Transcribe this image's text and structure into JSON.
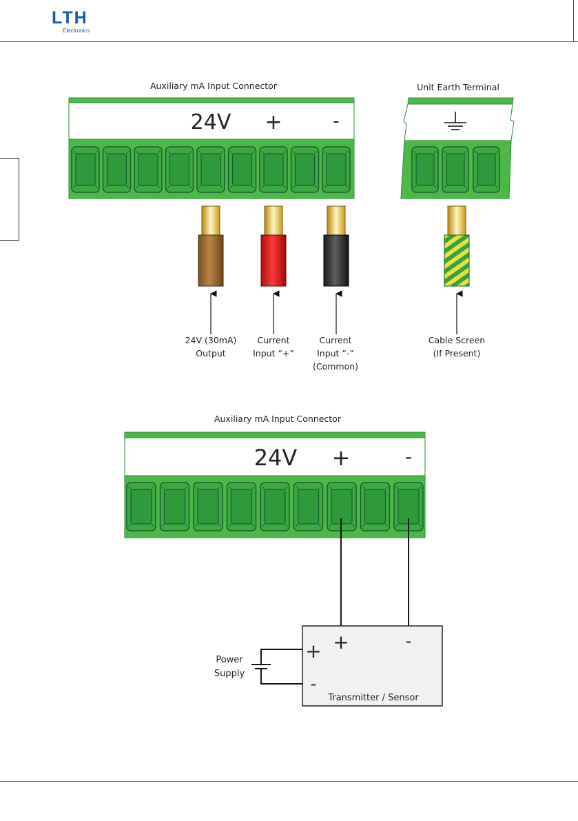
{
  "header": {
    "logo_main": "LTH",
    "logo_sub": "Electronics"
  },
  "colors": {
    "terminal_green": "#4db848",
    "terminal_dark": "#1e7d34",
    "wire_brown": "#9a6a36",
    "wire_red": "#e01b1b",
    "wire_black": "#333333",
    "earth_green": "#3aa13a",
    "earth_yellow": "#e6e04a",
    "logo_blue": "#0f5ea8"
  },
  "top_connector": {
    "title": "Auxiliary mA Input Connector",
    "marks": [
      "24V",
      "+",
      "-"
    ],
    "terminal_count": 9
  },
  "earth_connector": {
    "title": "Unit Earth Terminal",
    "symbol": "earth-ground-icon"
  },
  "wire_labels": [
    {
      "line1": "24V (30mA)",
      "line2": "Output",
      "line3": ""
    },
    {
      "line1": "Current",
      "line2": "Input “+”",
      "line3": ""
    },
    {
      "line1": "Current",
      "line2": "Input “-”",
      "line3": "(Common)"
    },
    {
      "line1": "Cable Screen",
      "line2": "(If Present)",
      "line3": ""
    }
  ],
  "bottom_connector": {
    "title": "Auxiliary mA Input Connector",
    "marks": [
      "24V",
      "+",
      "-"
    ],
    "terminal_count": 9
  },
  "circuit": {
    "transmitter_label": "Transmitter / Sensor",
    "transmitter_plus": "+",
    "transmitter_minus": "-",
    "supply_line1": "Power",
    "supply_line2": "Supply",
    "supply_plus": "+",
    "supply_minus": "-"
  }
}
